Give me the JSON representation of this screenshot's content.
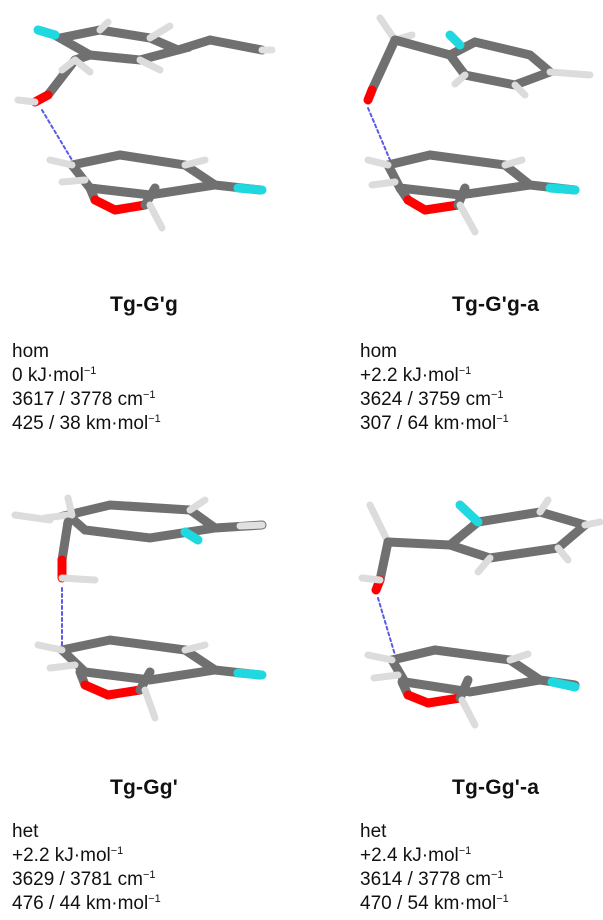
{
  "panels": [
    {
      "name": "Tg-G'g",
      "type": "hom",
      "energy": {
        "value": "0",
        "unit": "kJ·mol",
        "exp": "−1"
      },
      "freq": {
        "value": "3617 / 3778",
        "unit": "cm",
        "exp": "−1"
      },
      "intensity": {
        "value": "425 / 38",
        "unit": "km·mol",
        "exp": "−1"
      }
    },
    {
      "name": "Tg-G'g-a",
      "type": "hom",
      "energy": {
        "value": "+2.2",
        "unit": "kJ·mol",
        "exp": "−1"
      },
      "freq": {
        "value": "3624 / 3759",
        "unit": "cm",
        "exp": "−1"
      },
      "intensity": {
        "value": "307 / 64",
        "unit": "km·mol",
        "exp": "−1"
      }
    },
    {
      "name": "Tg-Gg'",
      "type": "het",
      "energy": {
        "value": "+2.2",
        "unit": "kJ·mol",
        "exp": "−1"
      },
      "freq": {
        "value": "3629 / 3781",
        "unit": "cm",
        "exp": "−1"
      },
      "intensity": {
        "value": "476 / 44",
        "unit": "km·mol",
        "exp": "−1"
      }
    },
    {
      "name": "Tg-Gg'-a",
      "type": "het",
      "energy": {
        "value": "+2.4",
        "unit": "kJ·mol",
        "exp": "−1"
      },
      "freq": {
        "value": "3614 / 3778",
        "unit": "cm",
        "exp": "−1"
      },
      "intensity": {
        "value": "470 / 54",
        "unit": "km·mol",
        "exp": "−1"
      }
    }
  ],
  "colors": {
    "carbon": "#6e6e6e",
    "hydrogen": "#d8d8d8",
    "oxygen": "#ff0000",
    "fluorine": "#1fd8e0",
    "hbond": "#5a5ae6"
  }
}
